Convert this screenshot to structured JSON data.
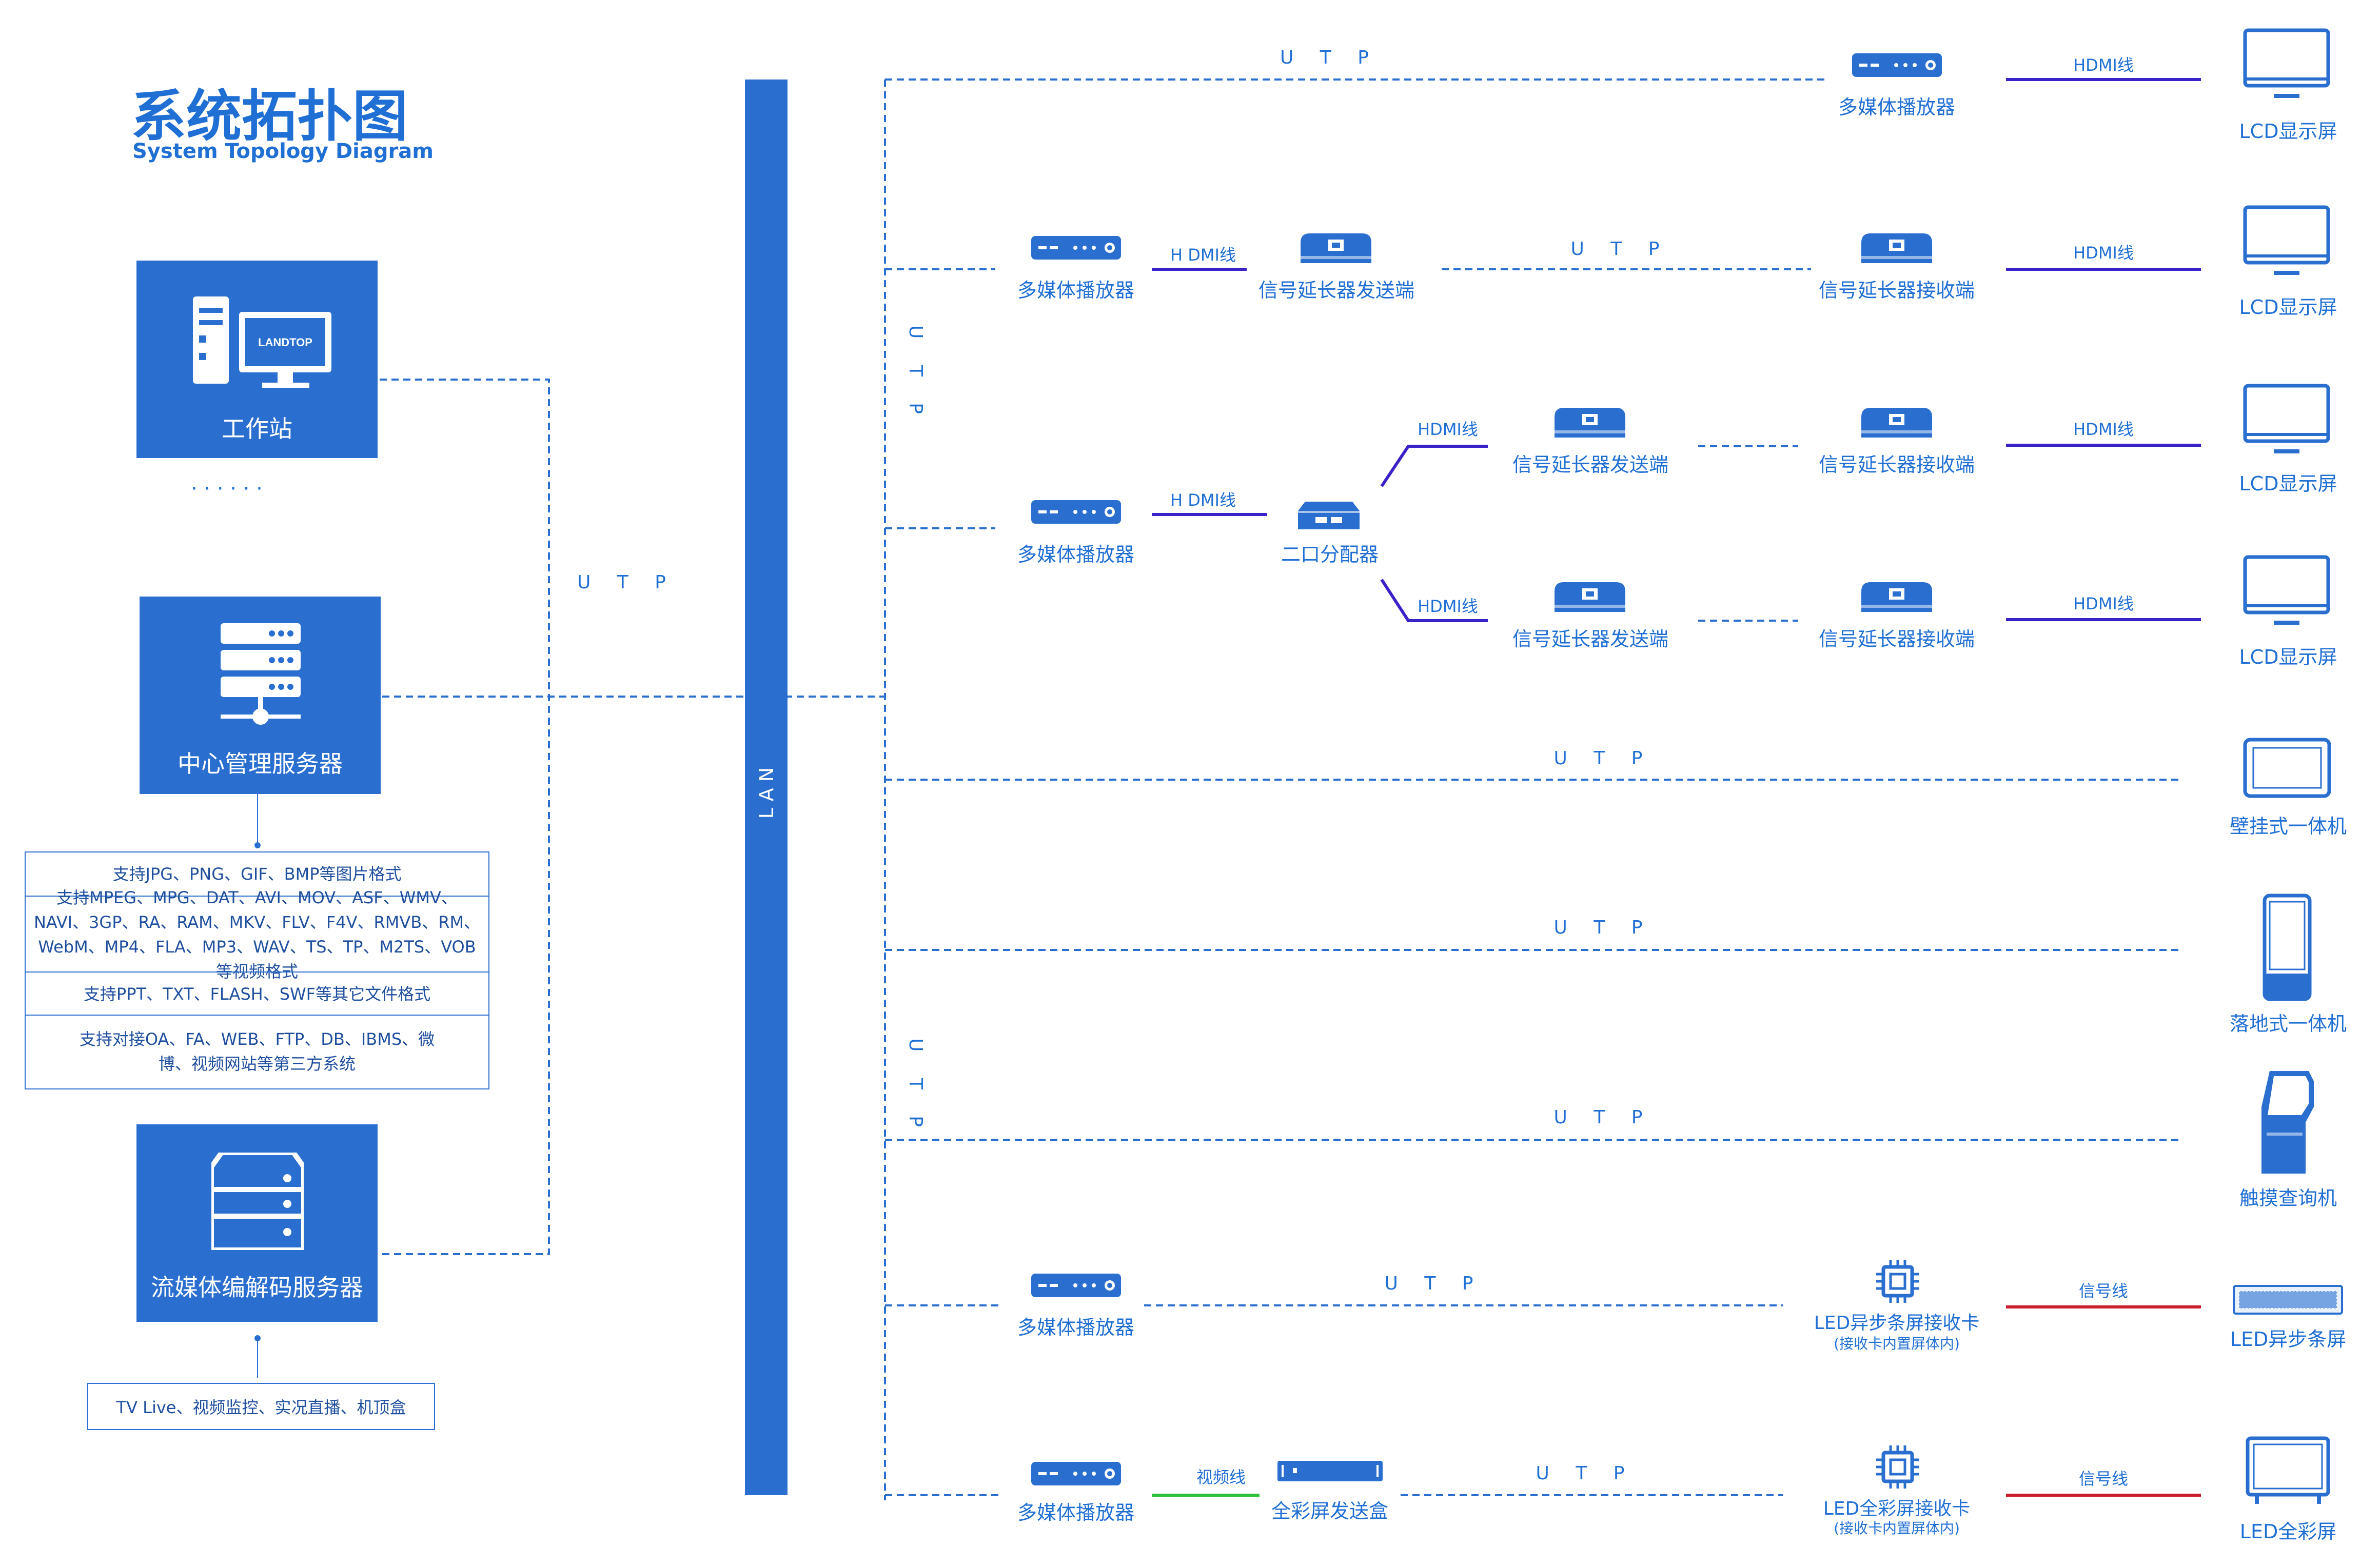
{
  "title": "系统拓扑图",
  "subtitle": "System Topology Diagram",
  "left": {
    "workstation": "工作站",
    "workstation_logo": "LANDTOP",
    "ellipsis": "· · · · · ·",
    "server": "中心管理服务器",
    "stream_server": "流媒体编解码服务器",
    "utp": "U T P",
    "features": [
      "支持JPG、PNG、GIF、BMP等图片格式",
      "支持MPEG、MPG、DAT、AVI、MOV、ASF、WMV、NAVI、3GP、RA、RAM、MKV、FLV、F4V、RMVB、RM、WebM、MP4、FLA、MP3、WAV、TS、TP、M2TS、VOB等视频格式",
      "支持PPT、TXT、FLASH、SWF等其它文件格式",
      "支持对接OA、FA、WEB、FTP、DB、IBMS、微博、视频网站等第三方系统"
    ],
    "stream_features": "TV Live、视频监控、实况直播、机顶盒"
  },
  "lan": "LAN",
  "labels": {
    "utp": "U T P",
    "utp_vertical": "U T P",
    "player": "多媒体播放器",
    "sender": "信号延长器发送端",
    "receiver": "信号延长器接收端",
    "splitter": "二口分配器",
    "hdmi": "HDMI线",
    "hdmi_split": "H  DMI线",
    "signal": "信号线",
    "video": "视频线",
    "full_sender": "全彩屏发送盒",
    "led_strip_card": "LED异步条屏接收卡",
    "led_full_card": "LED全彩屏接收卡",
    "card_note": "(接收卡内置屏体内)"
  },
  "endpoints": {
    "lcd": "LCD显示屏",
    "wall": "壁挂式一体机",
    "floor": "落地式一体机",
    "kiosk": "触摸查询机",
    "led_strip": "LED异步条屏",
    "led_full": "LED全彩屏"
  },
  "colors": {
    "primary": "#2a6fd0",
    "hdmi": "#3a22c9",
    "signal": "#cc1d2c",
    "video": "#2fbf3a"
  }
}
